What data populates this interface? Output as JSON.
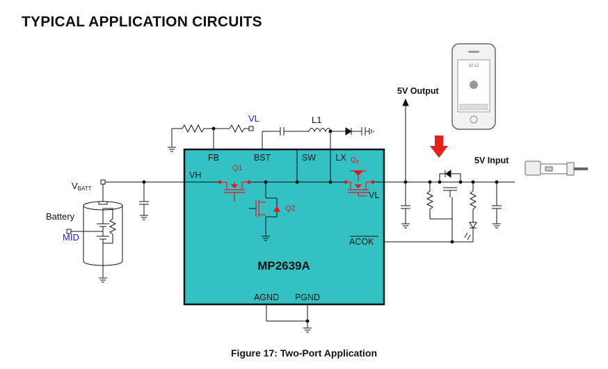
{
  "heading": "TYPICAL APPLICATION CIRCUITS",
  "caption": "Figure 17: Two-Port Application",
  "chip": {
    "name": "MP2639A",
    "fill_color": "#33c1c4",
    "pins": {
      "fb": "FB",
      "bst": "BST",
      "sw": "SW",
      "lx": "LX",
      "vh": "VH",
      "vl": "VL",
      "acok": "ACOK",
      "agnd": "AGND",
      "pgnd": "PGND"
    },
    "transistors": {
      "q1": "Q1",
      "q2": "Q2",
      "q3_main": "Q",
      "q3_sub": "3"
    }
  },
  "labels": {
    "vl_top": "VL",
    "l1": "L1",
    "vbatt_main": "V",
    "vbatt_sub": "BATT",
    "battery": "Battery",
    "mid": "MID",
    "out5v": "5V Output",
    "in5v": "5V Input"
  },
  "phone_time": "12:12",
  "colors": {
    "red": "#e8141a",
    "blue": "#1c23c8",
    "arrow": "#e8201a"
  }
}
